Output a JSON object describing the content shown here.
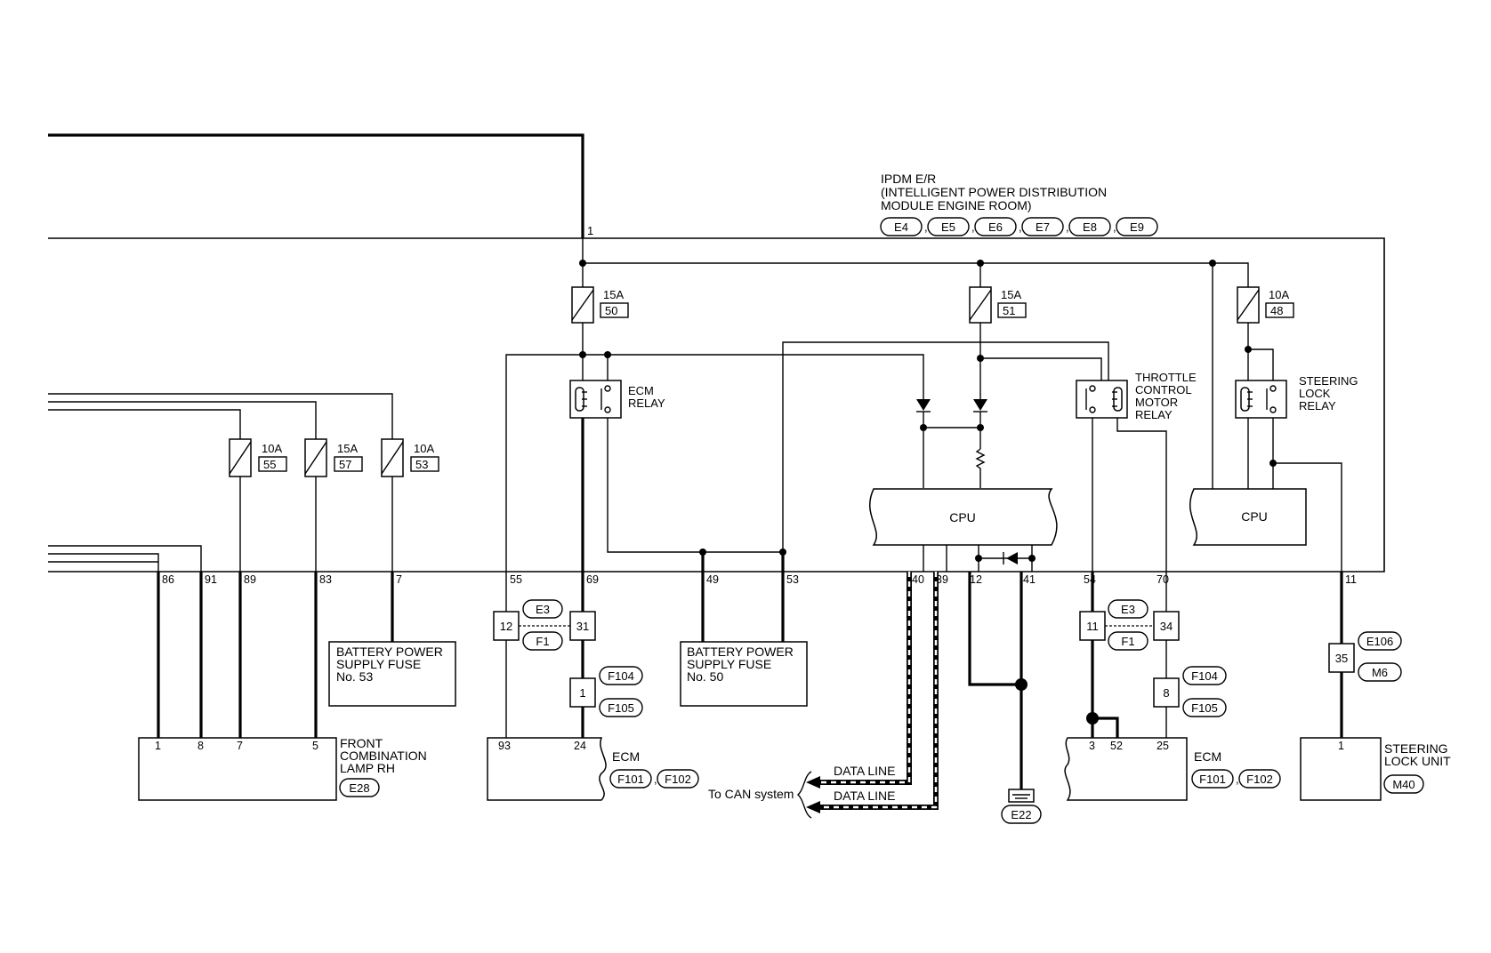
{
  "ipdm": {
    "title_lines": [
      "IPDM E/R",
      "(INTELLIGENT POWER DISTRIBUTION",
      "MODULE ENGINE ROOM)"
    ],
    "connectors": [
      "E4",
      "E5",
      "E6",
      "E7",
      "E8",
      "E9"
    ],
    "input_pin": "1"
  },
  "fuses": {
    "f50": {
      "rating": "15A",
      "number": "50"
    },
    "f51": {
      "rating": "15A",
      "number": "51"
    },
    "f48": {
      "rating": "10A",
      "number": "48"
    },
    "f55": {
      "rating": "10A",
      "number": "55"
    },
    "f57": {
      "rating": "15A",
      "number": "57"
    },
    "f53": {
      "rating": "10A",
      "number": "53"
    }
  },
  "relays": {
    "ecm": [
      "ECM",
      "RELAY"
    ],
    "throttle": [
      "THROTTLE",
      "CONTROL",
      "MOTOR",
      "RELAY"
    ],
    "steering": [
      "STEERING",
      "LOCK",
      "RELAY"
    ]
  },
  "cpu_label": "CPU",
  "ipdm_pins": [
    "86",
    "91",
    "89",
    "83",
    "7",
    "55",
    "69",
    "49",
    "53",
    "40",
    "39",
    "12",
    "41",
    "54",
    "70",
    "11"
  ],
  "inline": {
    "left_pair": {
      "a": "12",
      "b": "31",
      "c1": "E3",
      "c2": "F1"
    },
    "right_pair": {
      "a": "11",
      "b": "34",
      "c1": "E3",
      "c2": "F1"
    },
    "jc1": {
      "pin": "1",
      "c1": "F104",
      "c2": "F105"
    },
    "jc2": {
      "pin": "8",
      "c1": "F104",
      "c2": "F105"
    },
    "jc3": {
      "pin": "35",
      "c1": "E106",
      "c2": "M6"
    }
  },
  "battery_fuse_53": [
    "BATTERY POWER",
    "SUPPLY FUSE",
    "No. 53"
  ],
  "battery_fuse_50": [
    "BATTERY POWER",
    "SUPPLY FUSE",
    "No. 50"
  ],
  "front_lamp": {
    "label": [
      "FRONT",
      "COMBINATION",
      "LAMP RH"
    ],
    "connector": "E28",
    "pins": [
      "1",
      "8",
      "7",
      "5"
    ]
  },
  "ecm1": {
    "label": "ECM",
    "c1": "F101",
    "c2": "F102",
    "pins": [
      "93",
      "24"
    ]
  },
  "ecm2": {
    "label": "ECM",
    "c1": "F101",
    "c2": "F102",
    "pins": [
      "3",
      "52",
      "25"
    ]
  },
  "steering_unit": {
    "label": [
      "STEERING",
      "LOCK UNIT"
    ],
    "connector": "M40",
    "pin": "1"
  },
  "data_line_1": "DATA LINE",
  "data_line_2": "DATA LINE",
  "can_label": "To CAN system",
  "ground": "E22"
}
